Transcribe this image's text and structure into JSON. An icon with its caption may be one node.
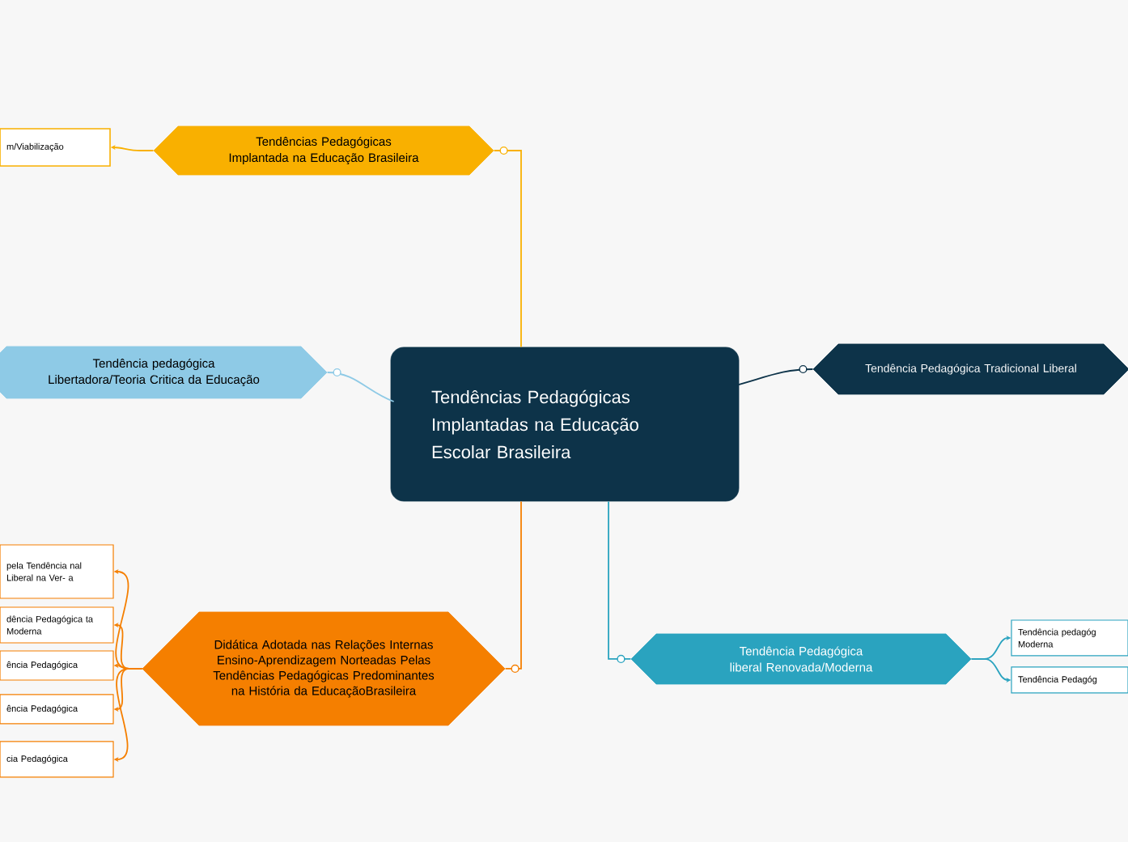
{
  "diagram": {
    "nodes": [
      {
        "text": [
          "Tendências Pedagógicas Implantadas na Educação Escolar Brasileira"
        ]
      },
      {
        "text": [
          "Tendências Pedagógicas Implantada na Educação Brasileira"
        ]
      },
      {
        "text": [
          "m/Viabilização"
        ]
      },
      {
        "text": [
          "Tendência pedagógica Libertadora/Teoria Critica da Educação"
        ]
      },
      {
        "text": [
          "Tendência Pedagógica Tradicional Liberal"
        ]
      },
      {
        "text": [
          "Didática Adotada nas Relações Internas  Ensino-Aprendizagem Norteadas Pelas Tendências Pedagógicas Predominantes na História da EducaçãoBrasileira"
        ]
      },
      {
        "text": [
          "pela Tendência nal Liberal na Ver- a"
        ]
      },
      {
        "text": [
          "dência Pedagógica ta Moderna"
        ]
      },
      {
        "text": [
          "ência Pedagógica"
        ]
      },
      {
        "text": [
          "ência Pedagógica"
        ]
      },
      {
        "text": [
          "cia Pedagógica"
        ]
      },
      {
        "text": [
          "Tendência Pedagógica liberal Renovada/Moderna"
        ]
      },
      {
        "text": [
          "Tendência pedagóg Moderna"
        ]
      },
      {
        "text": [
          "Tendência Pedagóg"
        ]
      }
    ],
    "edges": [
      {
        "from": 0,
        "to": 1,
        "arrow": "none",
        "color": "#f9b000"
      },
      {
        "from": 1,
        "to": 2,
        "arrow": "to",
        "color": "#f9b000"
      },
      {
        "from": 0,
        "to": 3,
        "arrow": "none",
        "color": "#8ecae6"
      },
      {
        "from": 0,
        "to": 4,
        "arrow": "none",
        "color": "#0d3349"
      },
      {
        "from": 0,
        "to": 5,
        "arrow": "none",
        "color": "#f57f00"
      },
      {
        "from": 5,
        "to": 6,
        "arrow": "to",
        "color": "#f57f00"
      },
      {
        "from": 5,
        "to": 7,
        "arrow": "to",
        "color": "#f57f00"
      },
      {
        "from": 5,
        "to": 8,
        "arrow": "to",
        "color": "#f57f00"
      },
      {
        "from": 5,
        "to": 9,
        "arrow": "to",
        "color": "#f57f00"
      },
      {
        "from": 5,
        "to": 10,
        "arrow": "to",
        "color": "#f57f00"
      },
      {
        "from": 0,
        "to": 11,
        "arrow": "none",
        "color": "#2aa3bf"
      },
      {
        "from": 11,
        "to": 12,
        "arrow": "to",
        "color": "#2aa3bf"
      },
      {
        "from": 11,
        "to": 13,
        "arrow": "to",
        "color": "#2aa3bf"
      }
    ]
  }
}
